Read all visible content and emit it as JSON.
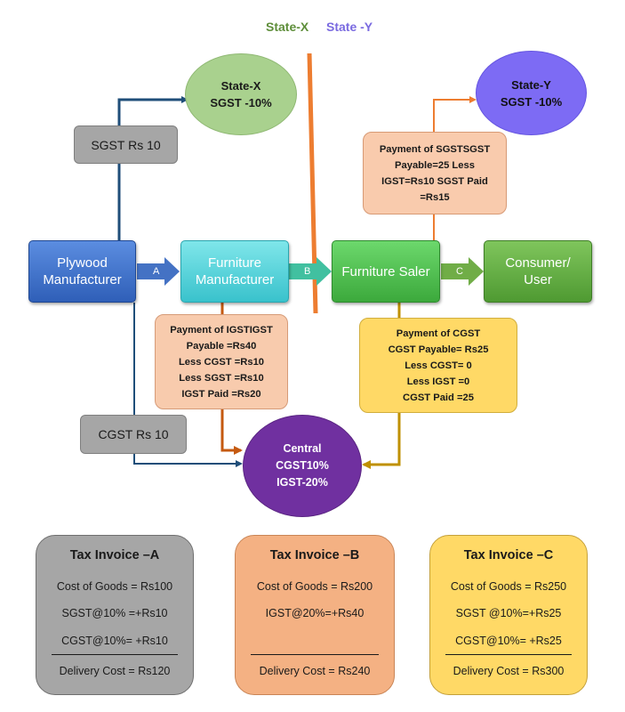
{
  "states": {
    "x": "State-X",
    "y": "State -Y"
  },
  "circles": {
    "state_x": {
      "l1": "State-X",
      "l2": "SGST -10%"
    },
    "state_y": {
      "l1": "State-Y",
      "l2": "SGST -10%"
    },
    "central": {
      "l1": "Central",
      "l2": "CGST10%",
      "l3": "IGST-20%"
    }
  },
  "gray_boxes": {
    "sgst": "SGST Rs 10",
    "cgst": "CGST Rs 10"
  },
  "entities": {
    "plywood": {
      "l1": "Plywood",
      "l2": "Manufacturer"
    },
    "furniture_manufacturer": {
      "l1": "Furniture",
      "l2": "Manufacturer"
    },
    "furniture_saler": {
      "l1": "Furniture Saler"
    },
    "consumer": {
      "l1": "Consumer/",
      "l2": "User"
    }
  },
  "arrow_labels": {
    "a": "A",
    "b": "B",
    "c": "C"
  },
  "notes": {
    "sgst_payment": [
      "Payment of SGSTSGST",
      "Payable=25 Less",
      "IGST=Rs10 SGST Paid",
      "=Rs15"
    ],
    "igst_payment": [
      "Payment of IGSTIGST",
      "Payable =Rs40",
      "Less CGST =Rs10",
      "Less SGST =Rs10",
      "IGST Paid =Rs20"
    ],
    "cgst_payment": [
      "Payment of CGST",
      "CGST Payable=  Rs25",
      "Less CGST= 0",
      "Less IGST =0",
      "CGST Paid =25"
    ]
  },
  "invoices": {
    "a": {
      "title": "Tax Invoice –A",
      "l1": "Cost of Goods = Rs100",
      "l2": "SGST@10% =+Rs10",
      "l3": "CGST@10%= +Rs10",
      "total": "Delivery Cost = Rs120"
    },
    "b": {
      "title": "Tax Invoice –B",
      "l1": "Cost of Goods = Rs200",
      "l2": "IGST@20%=+Rs40",
      "total": "Delivery Cost = Rs240"
    },
    "c": {
      "title": "Tax Invoice –C",
      "l1": "Cost of Goods = Rs250",
      "l2": "SGST @10%=+Rs25",
      "l3": "CGST@10%= +Rs25",
      "total": "Delivery Cost = Rs300"
    }
  },
  "colors": {
    "wire_blue": "#1f4e79",
    "wire_orange": "#c55a11",
    "wire_gold": "#bf9000",
    "divider": "#ed7d31"
  }
}
